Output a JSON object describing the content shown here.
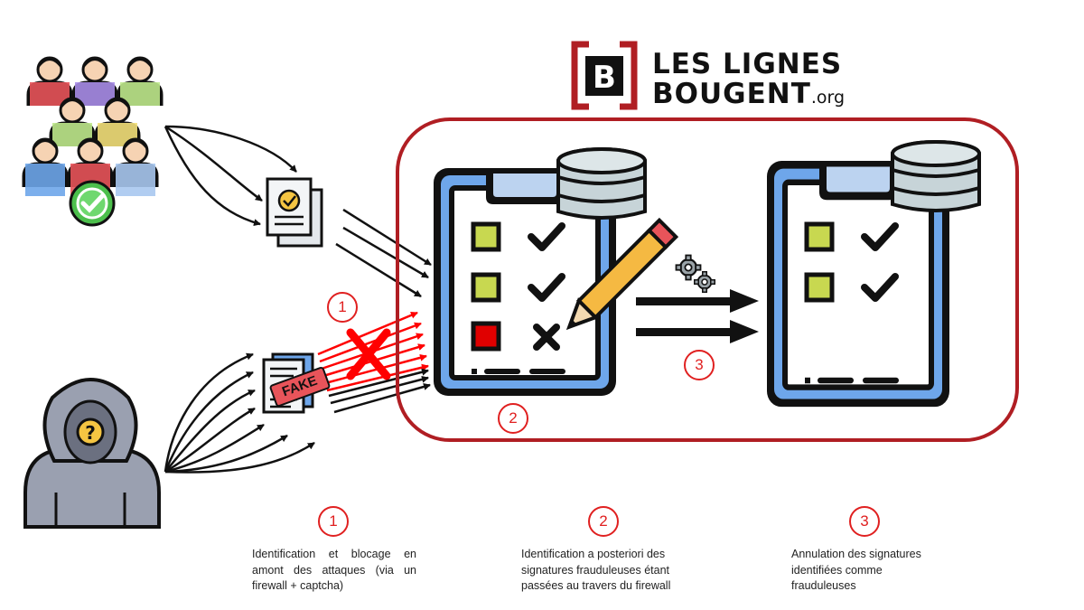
{
  "brand": {
    "logo_letter": "B",
    "line1": "LES LIGNES",
    "line2": "BOUGENT",
    "tld": ".org",
    "color": "#b01e23"
  },
  "fake_label": "FAKE",
  "steps": [
    {
      "number": "1",
      "lines": [
        "Identification et blocage en",
        "amont des attaques (via un",
        "firewall + captcha)"
      ]
    },
    {
      "number": "2",
      "lines": [
        "Identification a posteriori des",
        "signatures frauduleuses étant",
        "passées au travers du firewall"
      ]
    },
    {
      "number": "3",
      "lines": [
        "Annulation des signatures",
        "identifiées comme",
        "frauduleuses"
      ]
    }
  ],
  "colors": {
    "outline_red": "#b01e23",
    "arrow_red": "#ff0000",
    "step_red": "#e02020",
    "clipboard_blue": "#6ea6ea",
    "check_green": "#c8d850",
    "database_gray": "#c7d4d8"
  },
  "icons": [
    "crowd-icon",
    "checkmark-badge-icon",
    "document-check-icon",
    "hacker-icon",
    "fake-document-icon",
    "clipboard-checklist-icon",
    "database-icon",
    "pencil-icon",
    "gears-icon",
    "cross-icon"
  ]
}
